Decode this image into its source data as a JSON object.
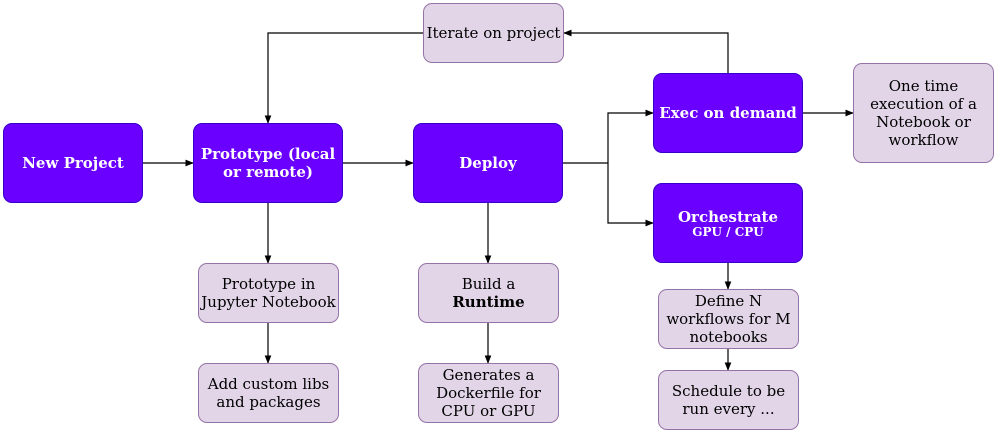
{
  "nodes": {
    "new_project": "New Project",
    "prototype": {
      "line1": "Prototype (local",
      "line2": "or remote)"
    },
    "deploy": "Deploy",
    "exec_on_demand": "Exec on demand",
    "orchestrate": {
      "title": "Orchestrate",
      "sub": "GPU / CPU"
    },
    "iterate": "Iterate on project",
    "one_time": {
      "line1": "One time",
      "line2": "execution of a",
      "line3": "Notebook or",
      "line4": "workflow"
    },
    "proto_jupyter": {
      "line1": "Prototype in",
      "line2": "Jupyter Notebook"
    },
    "custom_libs": {
      "line1": "Add custom libs",
      "line2": "and packages"
    },
    "build_runtime": {
      "line1": "Build a",
      "line2": "Runtime"
    },
    "dockerfile": {
      "line1": "Generates a",
      "line2": "Dockerfile for",
      "line3": "CPU or GPU"
    },
    "define_workflows": {
      "line1": "Define N",
      "line2": "workflows for M",
      "line3": "notebooks"
    },
    "schedule": {
      "line1": "Schedule to be",
      "line2": "run every ..."
    }
  },
  "colors": {
    "primary_fill": "#6a00ff",
    "primary_stroke": "#3700cc",
    "secondary_fill": "#e1d5e7",
    "secondary_stroke": "#9673a6",
    "connector": "#000000"
  }
}
